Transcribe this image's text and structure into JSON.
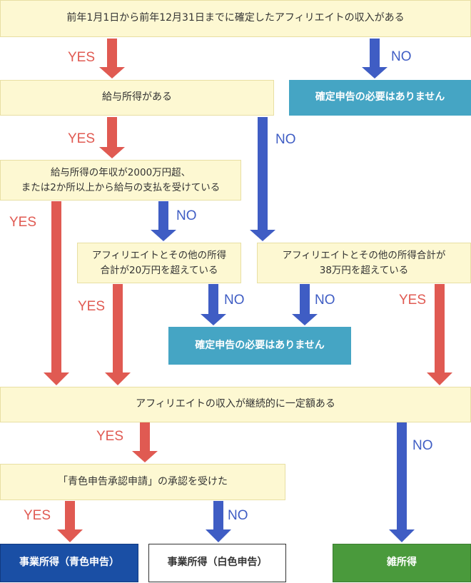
{
  "nodes": {
    "q1": "前年1月1日から前年12月31日までに確定したアフィリエイトの収入がある",
    "none_top": "確定申告の必要はありません",
    "q2": "給与所得がある",
    "q3_line1": "給与所得の年収が2000万円超、",
    "q3_line2": "または2か所以上から給与の支払を受けている",
    "q4_line1": "アフィリエイトとその他の所得",
    "q4_line2": "合計が20万円を超えている",
    "q5_line1": "アフィリエイトとその他の所得合計が",
    "q5_line2": "38万円を超えている",
    "none_mid": "確定申告の必要はありません",
    "q6": "アフィリエイトの収入が継続的に一定額ある",
    "q7": "「青色申告承認申請」の承認を受けた",
    "res_blue": "事業所得（青色申告）",
    "res_white": "事業所得（白色申告）",
    "res_misc": "雑所得"
  },
  "labels": {
    "yes": "YES",
    "no": "NO"
  },
  "colors": {
    "yes_arrow": "#e05a52",
    "no_arrow": "#3f5dc4",
    "question_box": "#fdf8d2",
    "teal_box": "#45a5c4",
    "blue_result": "#1a4fa5",
    "green_result": "#4a9a3c"
  }
}
